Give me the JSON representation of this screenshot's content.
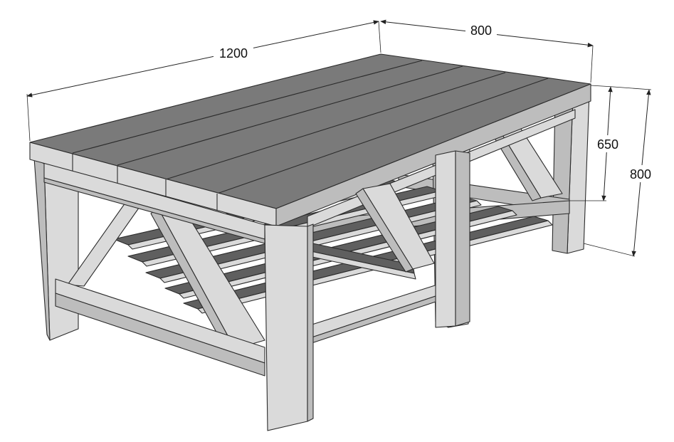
{
  "dimensions": {
    "length": "1200",
    "width": "800",
    "shelf_height": "650",
    "total_height": "800"
  },
  "colors": {
    "top_face": "#7a7a7a",
    "light_face": "#dadada",
    "mid_face": "#bdbdbd",
    "dark_face": "#5f5f5f",
    "outline": "#2b2b2b",
    "dimension_line": "#222222"
  }
}
